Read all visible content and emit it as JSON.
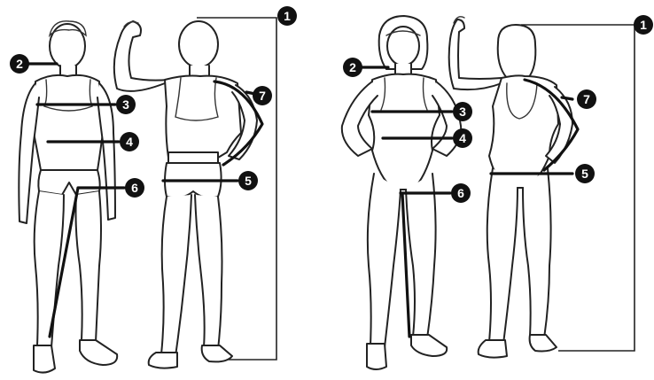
{
  "markers": {
    "m1": "1",
    "m2": "2",
    "m3": "3",
    "m4": "4",
    "m5": "5",
    "m6": "6",
    "m7": "7"
  }
}
